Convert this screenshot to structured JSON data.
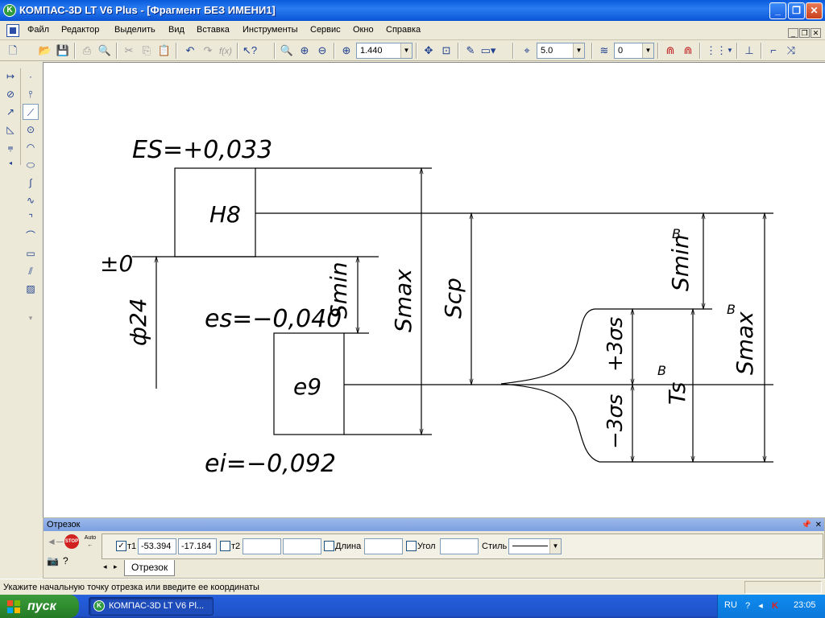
{
  "window": {
    "title": "КОМПАС-3D LT V6 Plus - [Фрагмент БЕЗ ИМЕНИ1]",
    "minimize_icon": "minimize-icon",
    "maximize_icon": "restore-icon",
    "close_icon": "close-icon"
  },
  "menu": {
    "items": [
      "Файл",
      "Редактор",
      "Выделить",
      "Вид",
      "Вставка",
      "Инструменты",
      "Сервис",
      "Окно",
      "Справка"
    ]
  },
  "toolbar": {
    "zoom_value": "1.440",
    "step_value": "5.0",
    "layer_value": "0"
  },
  "drawing": {
    "ES_label": "ES=+0,033",
    "H8_label": "H8",
    "zero_label": "±0",
    "diameter_label": "ф24",
    "es_label": "es=−0,040",
    "e9_label": "e9",
    "ei_label": "ei=−0,092",
    "smin_label": "Smin",
    "smax_label": "Smax",
    "scp_label": "Scp",
    "smin_b_label": "Smin",
    "smax_b_label": "Smax",
    "ts_label": "Ts",
    "plus3s_label": "+3σs",
    "minus3s_label": "−3σs",
    "sup_b": "B"
  },
  "properties_panel": {
    "title": "Отрезок",
    "t1_label": "т1",
    "t1_x": "-53.394",
    "t1_y": "-17.184",
    "t2_label": "т2",
    "t2_x": "",
    "t2_y": "",
    "length_label": "Длина",
    "length_value": "",
    "angle_label": "Угол",
    "angle_value": "",
    "style_label": "Стиль",
    "tab_label": "Отрезок",
    "stop_label": "STOP",
    "auto_label": "Auto"
  },
  "status": {
    "hint": "Укажите начальную точку отрезка или введите ее координаты"
  },
  "taskbar": {
    "start_label": "пуск",
    "task_label": "КОМПАС-3D LT V6 Pl...",
    "lang": "RU",
    "clock": "23:05"
  },
  "colors": {
    "titlebar": "#0A5BDC",
    "canvas": "#FFFFFF",
    "taskbar": "#245EDC",
    "start": "#2F8C2F"
  }
}
